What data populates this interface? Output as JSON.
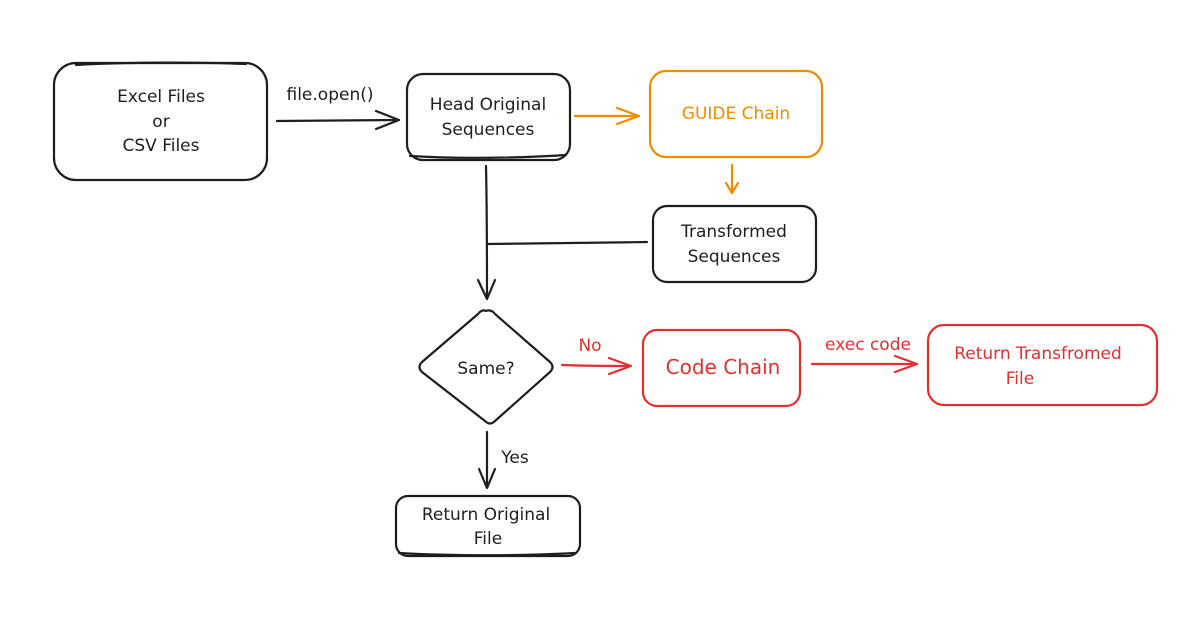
{
  "colors": {
    "default": "#1e1e1e",
    "guide": "#f08c00",
    "code": "#e03131",
    "background": "#ffffff"
  },
  "nodes": {
    "input_files": {
      "line1": "Excel Files",
      "line2": "or",
      "line3": "CSV Files"
    },
    "head_original": {
      "line1": "Head Original",
      "line2": "Sequences"
    },
    "guide_chain": {
      "label": "GUIDE Chain"
    },
    "transformed_sequences": {
      "line1": "Transformed",
      "line2": "Sequences"
    },
    "decision": {
      "label": "Same?"
    },
    "code_chain": {
      "label": "Code Chain"
    },
    "return_transformed": {
      "line1": "Return Transfromed",
      "line2": "File"
    },
    "return_original": {
      "line1": "Return Original",
      "line2": "File"
    }
  },
  "edges": {
    "open": "file.open()",
    "no": "No",
    "yes": "Yes",
    "exec": "exec code"
  }
}
